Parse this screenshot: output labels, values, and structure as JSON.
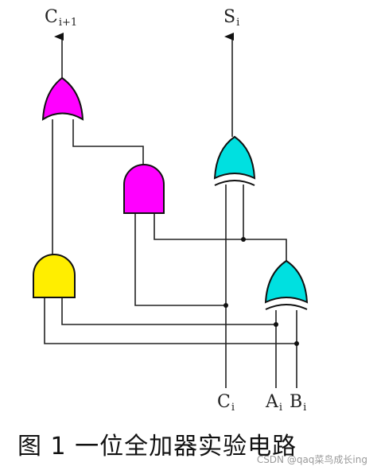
{
  "labels": {
    "c_out_main": "C",
    "c_out_sub": "i+1",
    "s_main": "S",
    "s_sub": "i",
    "c_in_main": "C",
    "c_in_sub": "i",
    "a_main": "A",
    "a_sub": "i",
    "b_main": "B",
    "b_sub": "i"
  },
  "caption": "图 1  一位全加器实验电路",
  "watermark": "CSDN @qaq菜鸟成长ing",
  "colors": {
    "or_gate": "#ff00ff",
    "and_gate_top": "#ff00ff",
    "xor_gate": "#00e0e0",
    "and_gate_bottom": "#ffee00",
    "wire": "#222222"
  }
}
